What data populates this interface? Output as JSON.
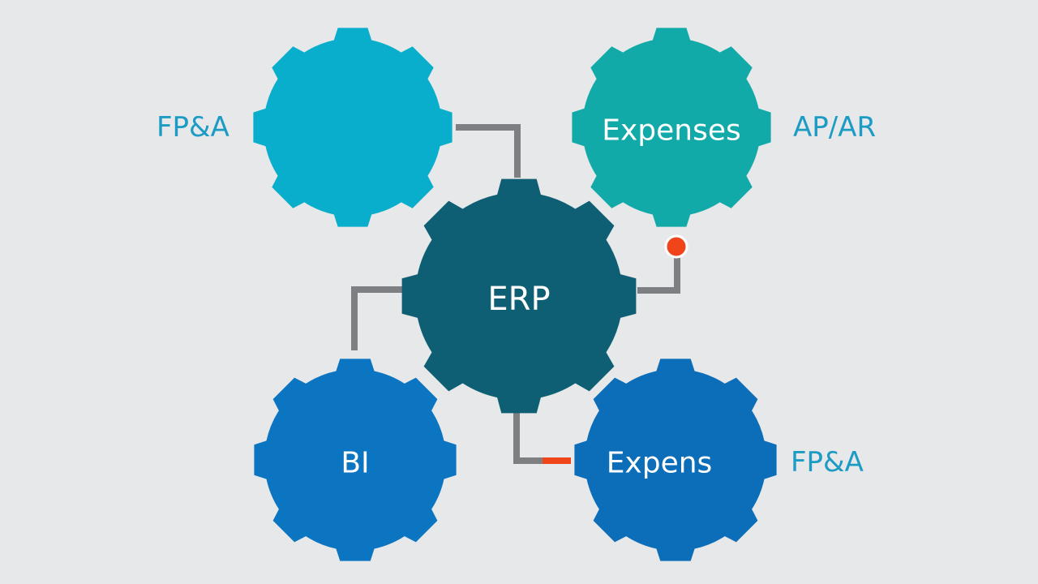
{
  "colors": {
    "background": "#e7e8e9",
    "connector": "#7d7f82",
    "accent_dot": "#f0441b",
    "label_text": "#1c9bc4",
    "gear_fpa": "#08aecb",
    "gear_expenses": "#12aaa9",
    "gear_erp": "#0e5f73",
    "gear_bi": "#0c75c2",
    "gear_expens": "#0c6db8"
  },
  "gears": {
    "fpa": {
      "label": "",
      "icon": "gear-icon"
    },
    "expenses": {
      "label": "Expenses",
      "icon": "gear-icon"
    },
    "erp": {
      "label": "ERP",
      "icon": "gear-icon"
    },
    "bi": {
      "label": "BI",
      "icon": "gear-icon"
    },
    "expens": {
      "label": "Expens",
      "icon": "gear-icon"
    }
  },
  "side_labels": {
    "fpa_top": "FP&A",
    "apar": "AP/AR",
    "fpa_bottom": "FP&A"
  }
}
